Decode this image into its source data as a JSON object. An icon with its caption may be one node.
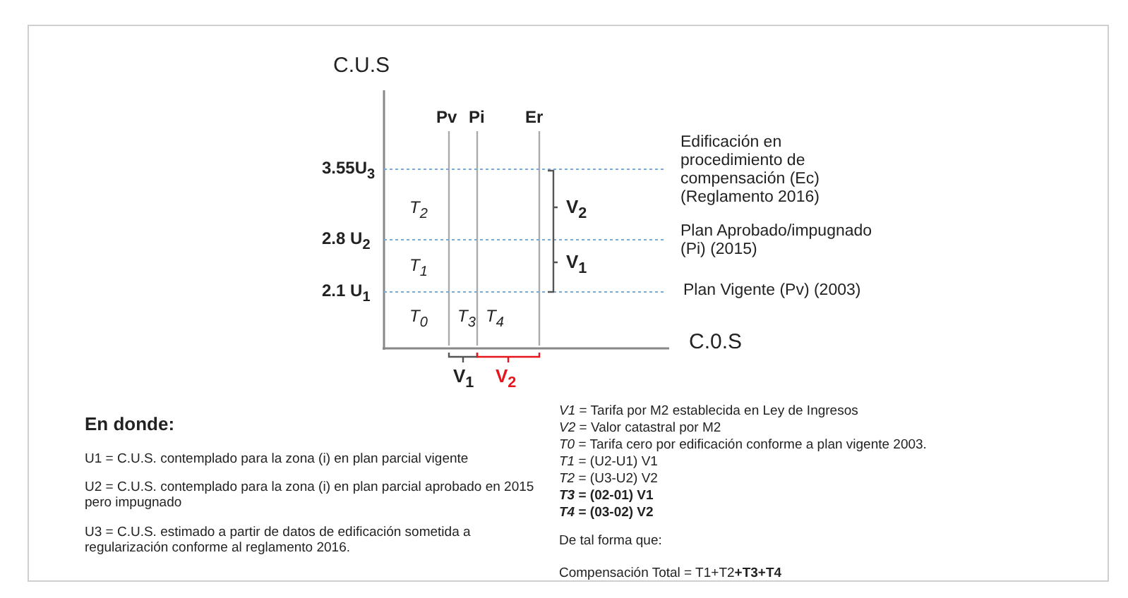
{
  "diagram": {
    "labels": [
      "C.U.S",
      "Pv",
      "Pi",
      "Er",
      "3.55U$_{3}$",
      "2.8 U$_{2}$",
      "2.1 U$_{1}$",
      "T$_{2}$",
      "T$_{1}$",
      "T$_{0}$",
      "T$_{3}$",
      "T$_{4}$",
      "V$_{2}$",
      "V$_{1}$",
      "Edificación en procedimiento de compensación (Ec) (Reglamento 2016)",
      "Plan Aprobado/impugnado (Pi) (2015)",
      "Plan Vigente (Pv) (2003)",
      "C.0.S",
      "V$_{1}$",
      "V$_{2}$",
      "En donde:",
      "U1 = C.U.S. contemplado para la zona (i) en plan parcial vigente",
      "U2 = C.U.S. contemplado para la zona (i) en plan parcial aprobado en 2015 pero impugnado",
      "U3 = C.U.S. estimado a partir de datos de edificación sometida a regularización conforme al reglamento 2016.",
      "*V1* = Tarifa por M2 establecida en Ley de Ingresos",
      "*V2* = Valor catastral por M2",
      "*T0* = Tarifa cero por edificación conforme a plan vigente 2003.",
      "*T1* = (U2-U1) V1",
      "*T2* = (U3-U2) V2",
      "*T3* = (02-01) V1",
      "*T4* = (03-02) V2",
      "De tal forma que:",
      "Compensación Total = T1+T2**+T3+T4**"
    ]
  }
}
